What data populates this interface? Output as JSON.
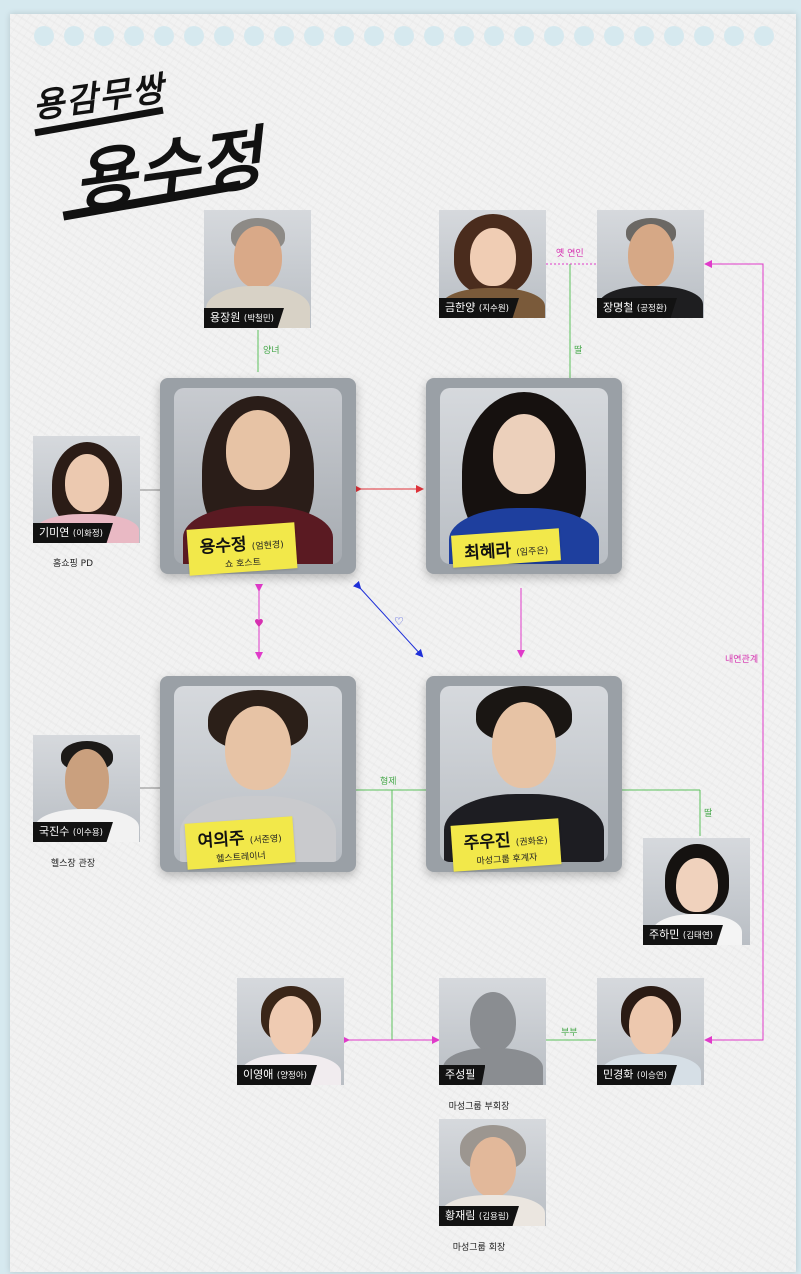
{
  "title": {
    "line1": "용감무쌍",
    "line2": "용수정"
  },
  "colors": {
    "pink": "#e03ac9",
    "green": "#5cc15c",
    "red": "#e0323a",
    "blue": "#1e2fd8",
    "tape": "#f2e84a"
  },
  "main_characters": [
    {
      "name": "용수정",
      "actor": "(엄현경)",
      "role": "쇼 호스트"
    },
    {
      "name": "최혜라",
      "actor": "(임주은)",
      "role": ""
    },
    {
      "name": "여의주",
      "actor": "(서준영)",
      "role": "헬스트레이너"
    },
    {
      "name": "주우진",
      "actor": "(권화운)",
      "role": "마성그룹 후계자"
    }
  ],
  "side_characters": [
    {
      "name": "용장원",
      "actor": "(박철민)",
      "role": ""
    },
    {
      "name": "금한양",
      "actor": "(지수원)",
      "role": ""
    },
    {
      "name": "장명철",
      "actor": "(공정환)",
      "role": ""
    },
    {
      "name": "기미연",
      "actor": "(이화정)",
      "role": "홈쇼핑 PD"
    },
    {
      "name": "국진수",
      "actor": "(이수용)",
      "role": "헬스장 관장"
    },
    {
      "name": "주하민",
      "actor": "(김태연)",
      "role": ""
    },
    {
      "name": "이영애",
      "actor": "(양정아)",
      "role": ""
    },
    {
      "name": "주성필",
      "actor": "",
      "role": "마성그룹 부회장"
    },
    {
      "name": "민경화",
      "actor": "(이승연)",
      "role": ""
    },
    {
      "name": "황재림",
      "actor": "(김용림)",
      "role": "마성그룹 회장"
    }
  ],
  "relations": {
    "yang_daughter": "양녀",
    "ex_lover": "옛 연인",
    "daughter_hyera": "딸",
    "brothers": "형제",
    "daughter_hamin": "딸",
    "couple": "부부",
    "affair": "내연관계",
    "heart": "♥",
    "heart_outline": "♡"
  }
}
